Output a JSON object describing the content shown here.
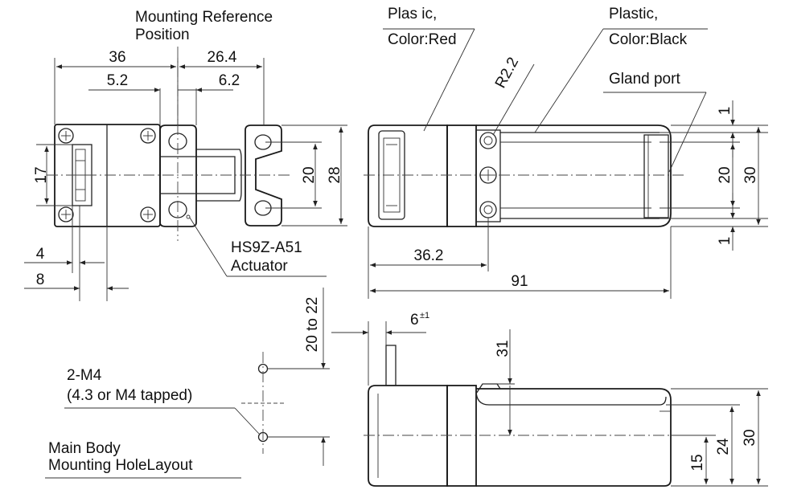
{
  "labels": {
    "mounting_ref_line1": "Mounting Reference",
    "mounting_ref_line2": "Position",
    "plastic_red_line1": "Plas ic,",
    "plastic_red_line2": "Color:Red",
    "plastic_black_line1": "Plastic,",
    "plastic_black_line2": "Color:Black",
    "gland_port": "Gland port",
    "actuator_line1": "HS9Z-A51",
    "actuator_line2": "Actuator",
    "radius": "R2.2",
    "hole_spec_line1": "2-M4",
    "hole_spec_line2": "(4.3 or M4 tapped)",
    "main_body_line1": "Main Body",
    "main_body_line2": "Mounting HoleLayout"
  },
  "dimensions": {
    "top_left_width": "36",
    "top_right_width": "26.4",
    "offset_left": "5.2",
    "offset_right": "6.2",
    "height_17": "17",
    "height_20_left": "20",
    "height_28": "28",
    "width_4": "4",
    "width_8": "8",
    "length_36_2": "36.2",
    "length_91": "91",
    "gap_1_top": "1",
    "gap_1_bottom": "1",
    "height_20_right": "20",
    "height_30_top": "30",
    "hole_pitch": "20 to 22",
    "tolerance_main": "6",
    "tolerance_sup": "±1",
    "height_31": "31",
    "height_15": "15",
    "height_24": "24",
    "height_30_bottom": "30"
  }
}
